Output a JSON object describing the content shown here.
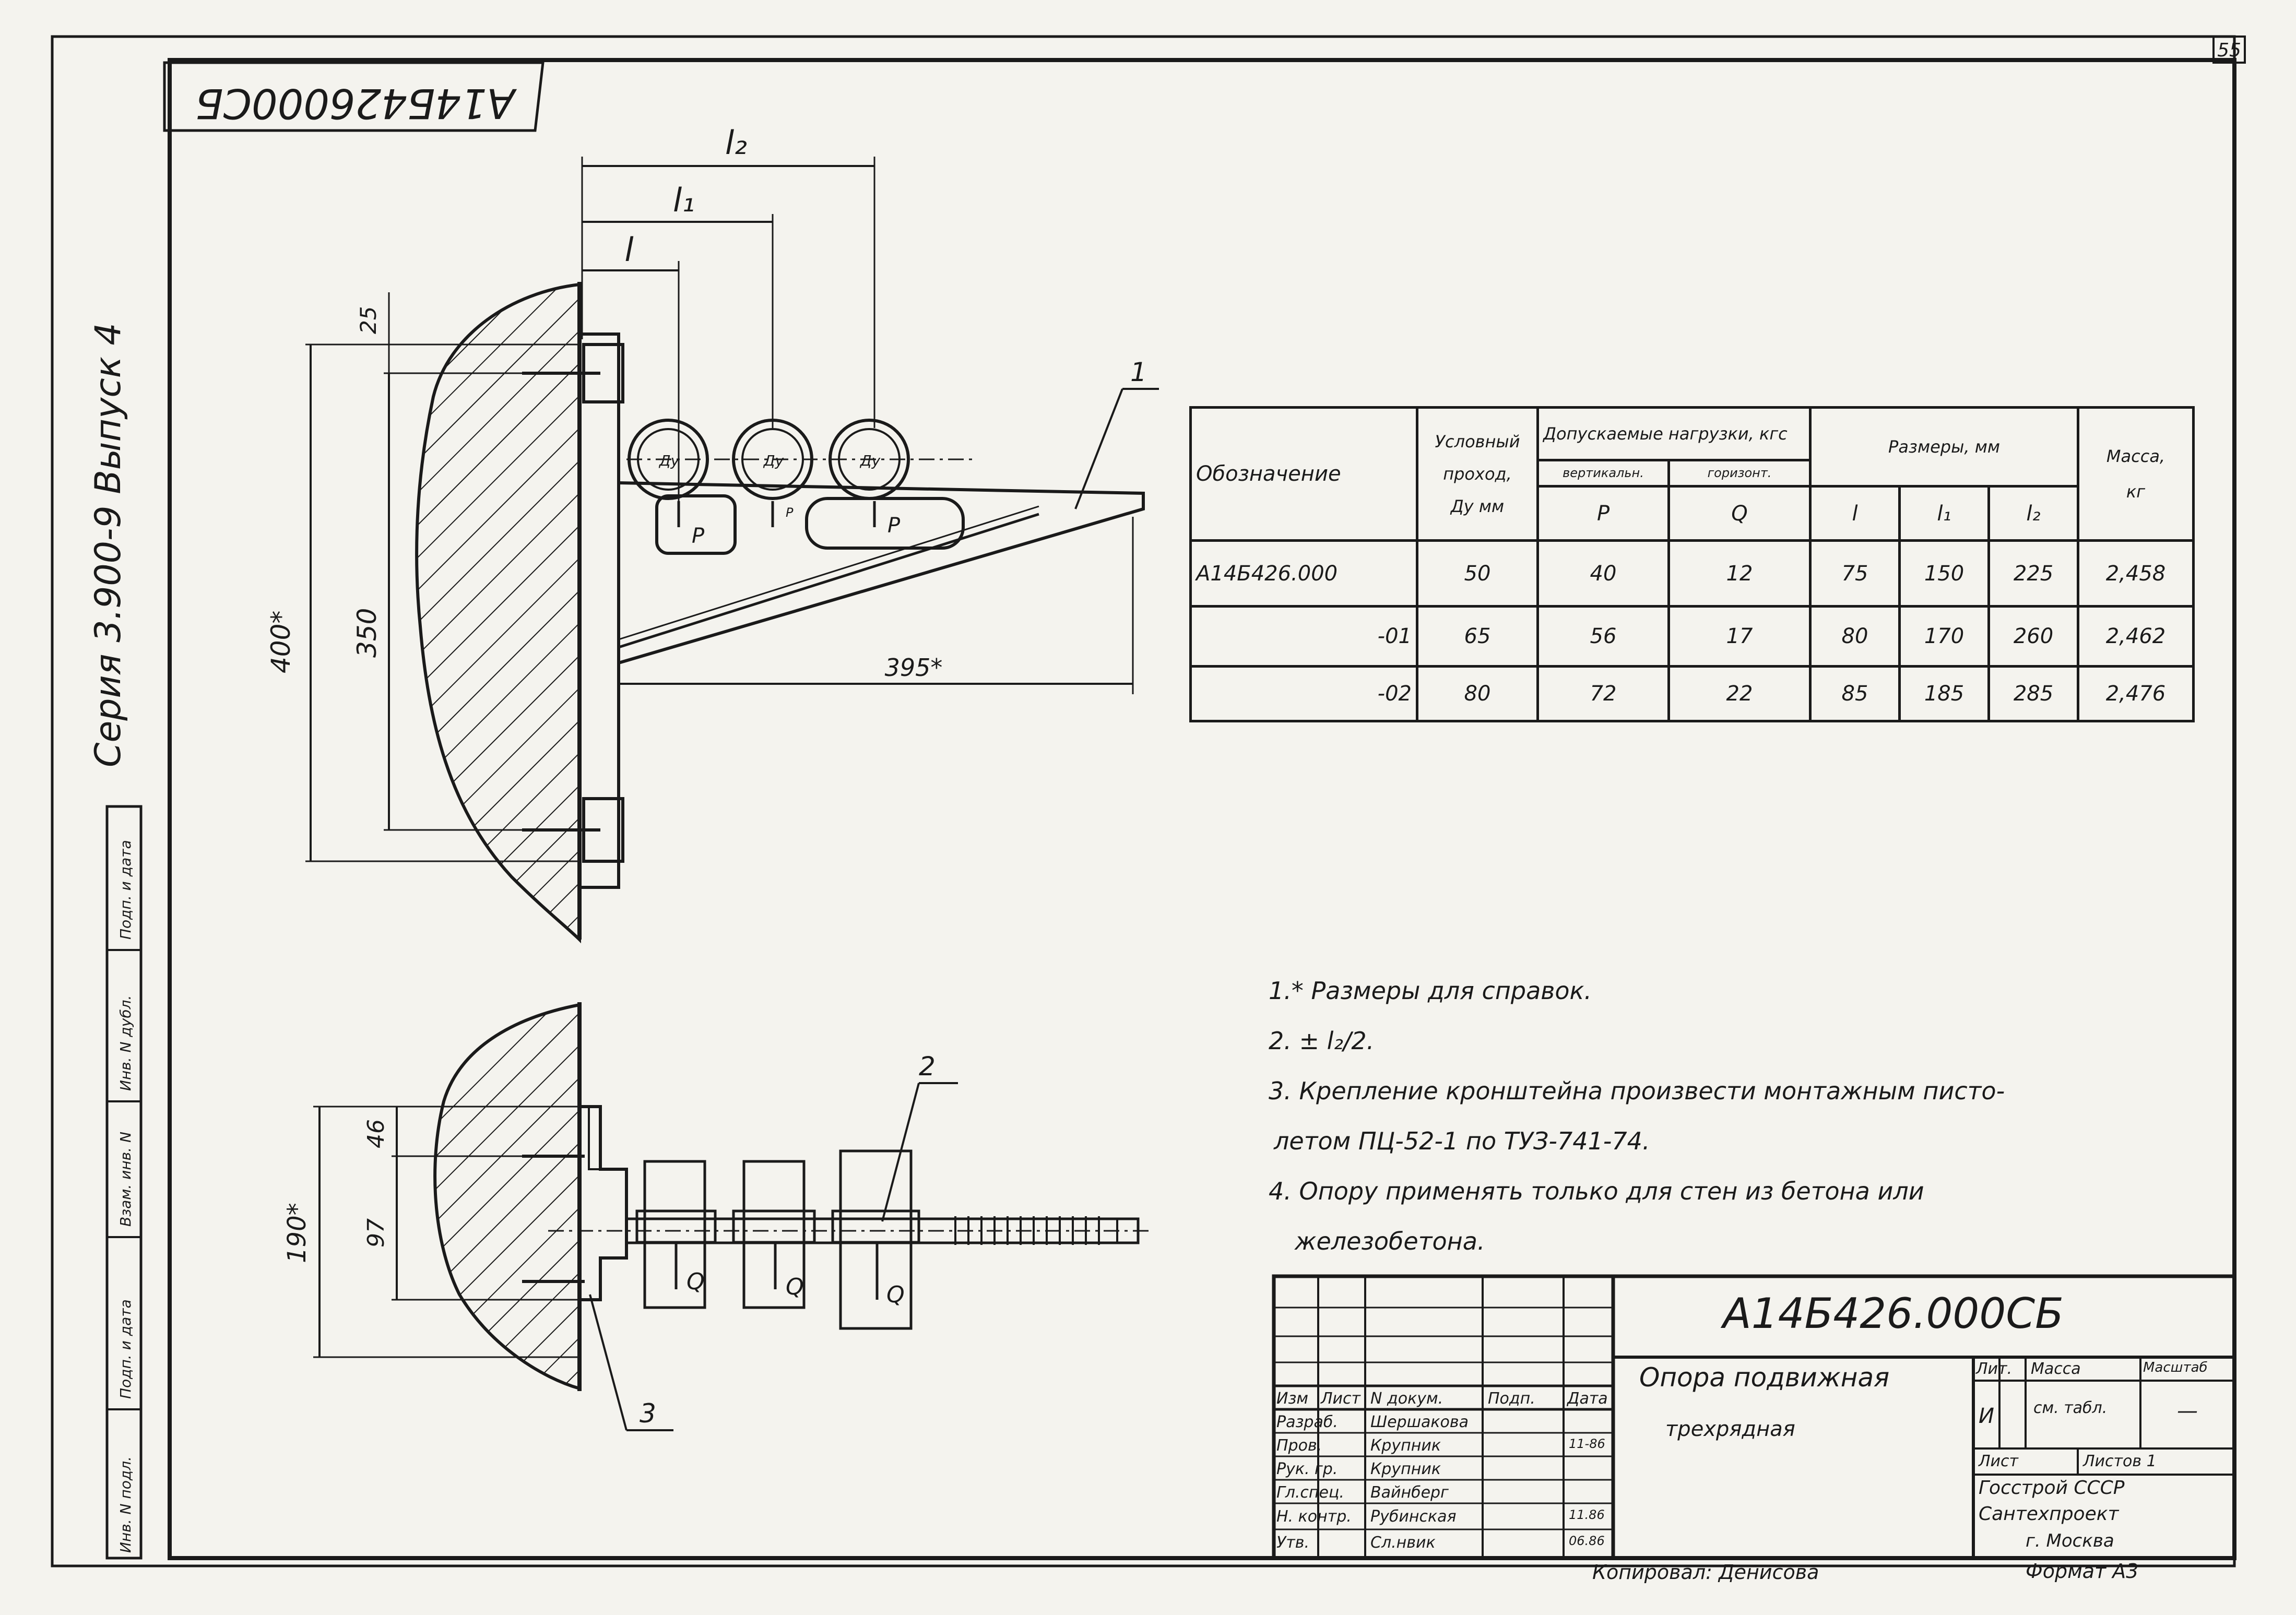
{
  "sheet_number": "55",
  "code_top": "А14Б426000СБ",
  "series_label": "Серия 3.900-9 Выпуск 4",
  "side_stamp": [
    "Инв. N подл.",
    "Подп. и дата",
    "Взам. инв. N",
    "Инв. N дубл.",
    "Подп. и дата"
  ],
  "top_view": {
    "dim_l2": "l₂",
    "dim_l1": "l₁",
    "dim_l": "l",
    "dim_25": "25",
    "dim_400": "400*",
    "dim_350": "350",
    "dim_395": "395*",
    "pipe_label": "Ду",
    "load_p": "P",
    "callout_1": "1"
  },
  "bottom_view": {
    "dim_190": "190*",
    "dim_46": "46",
    "dim_97": "97",
    "load_q": "Q",
    "callout_2": "2",
    "callout_3": "3"
  },
  "spec_table": {
    "header": {
      "designation": "Обозначение",
      "nominal": [
        "Условный",
        "проход,",
        "Ду мм"
      ],
      "loads": "Допускаемые нагрузки, кгс",
      "vertical": "вертикальн.",
      "horizontal": "горизонт.",
      "sizes": "Размеры, мм",
      "mass": [
        "Масса,",
        "кг"
      ],
      "p": "P",
      "q": "Q",
      "l": "l",
      "l1": "l₁",
      "l2": "l₂"
    },
    "rows": [
      {
        "designation": "А14Б426.000",
        "dn": "50",
        "p": "40",
        "q": "12",
        "l": "75",
        "l1": "150",
        "l2": "225",
        "mass": "2,458"
      },
      {
        "designation": "-01",
        "dn": "65",
        "p": "56",
        "q": "17",
        "l": "80",
        "l1": "170",
        "l2": "260",
        "mass": "2,462"
      },
      {
        "designation": "-02",
        "dn": "80",
        "p": "72",
        "q": "22",
        "l": "85",
        "l1": "185",
        "l2": "285",
        "mass": "2,476"
      }
    ]
  },
  "notes": [
    "1.* Размеры для справок.",
    "2. ± l₂/2.",
    "3. Крепление кронштейна произвести монтажным писто-",
    "летом ПЦ-52-1 по ТУЗ-741-74.",
    "4. Опору применять только для стен из бетона или",
    "железобетона."
  ],
  "title_block": {
    "doc_code": "А14Б426.000СБ",
    "title_line1": "Опора подвижная",
    "title_line2": "трехрядная",
    "col_headers": [
      "Изм",
      "Лист",
      "N докум.",
      "Подп.",
      "Дата"
    ],
    "roles": [
      "Разраб.",
      "Пров.",
      "Рук. гр.",
      "Гл.спец.",
      "Н. контр.",
      "Утв."
    ],
    "names": [
      "Шершакова",
      "Крупник",
      "Крупник",
      "Вайнберг",
      "Рубинская",
      "Сл.нвик"
    ],
    "dates": [
      "",
      "11-86",
      "",
      "",
      "11.86",
      "06.86"
    ],
    "lit_header": "Лит.",
    "mass_header": "Масса",
    "scale_header": "Масштаб",
    "lit_value": "И",
    "mass_value": "см. табл.",
    "scale_value": "—",
    "sheet_label": "Лист",
    "sheets_label": "Листов 1",
    "org_line1": "Госстрой СССР",
    "org_line2": "Сантехпроект",
    "org_line3": "г. Москва",
    "copied_by": "Копировал: Денисова",
    "format": "Формат А3"
  }
}
